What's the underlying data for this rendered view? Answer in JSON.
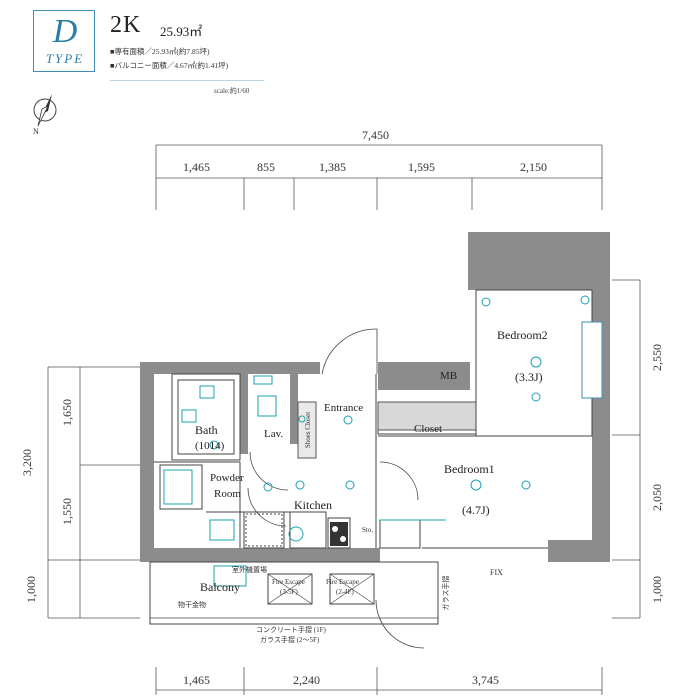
{
  "header": {
    "type_letter": "D",
    "type_word": "TYPE",
    "plan_name": "2K",
    "plan_area": "25.93㎡",
    "spec_private": "■専有面積／25.93㎡(約7.85坪)",
    "spec_balcony": "■バルコニー面積／4.67㎡(約1.41坪)",
    "scale": "scale:約1/60"
  },
  "compass": {
    "label": "N"
  },
  "dimensions": {
    "top_total": "7,450",
    "top_segments": [
      "1,465",
      "855",
      "1,385",
      "1,595",
      "2,150"
    ],
    "bottom_segments": [
      "1,465",
      "2,240",
      "3,745"
    ],
    "left_total": "3,200",
    "left_segments": [
      "1,650",
      "1,550",
      "1,000"
    ],
    "right_segments": [
      "2,550",
      "2,050",
      "1,000"
    ]
  },
  "rooms": {
    "bath": "Bath",
    "bath_size": "(1014)",
    "lav": "Lav.",
    "powder": "Powder",
    "powder2": "Room",
    "kitchen": "Kitchen",
    "entrance": "Entrance",
    "closet": "Closet",
    "mb": "MB",
    "bedroom1": "Bedroom1",
    "bedroom1_size": "(4.7J)",
    "bedroom2": "Bedroom2",
    "bedroom2_size": "(3.3J)",
    "balcony": "Balcony",
    "sto": "Sto.",
    "shoes": "Shoes Closet"
  },
  "labels": {
    "fire1": "Fire Escape",
    "fire1_floor": "(3-5F)",
    "fire2": "Fire Escape",
    "fire2_floor": "(2-4F)",
    "fix": "FIX",
    "glass_rail": "ガラス手摺",
    "handrail": "物干金物",
    "concrete_rail": "コンクリート手摺 (1F)",
    "glass_rail2": "ガラス手摺 (2～5F)",
    "ac_note": "室外機置場"
  },
  "colors": {
    "accent": "#3f8fb7",
    "wall": "#8c8c8c",
    "fixture": "#1aa3b5"
  }
}
